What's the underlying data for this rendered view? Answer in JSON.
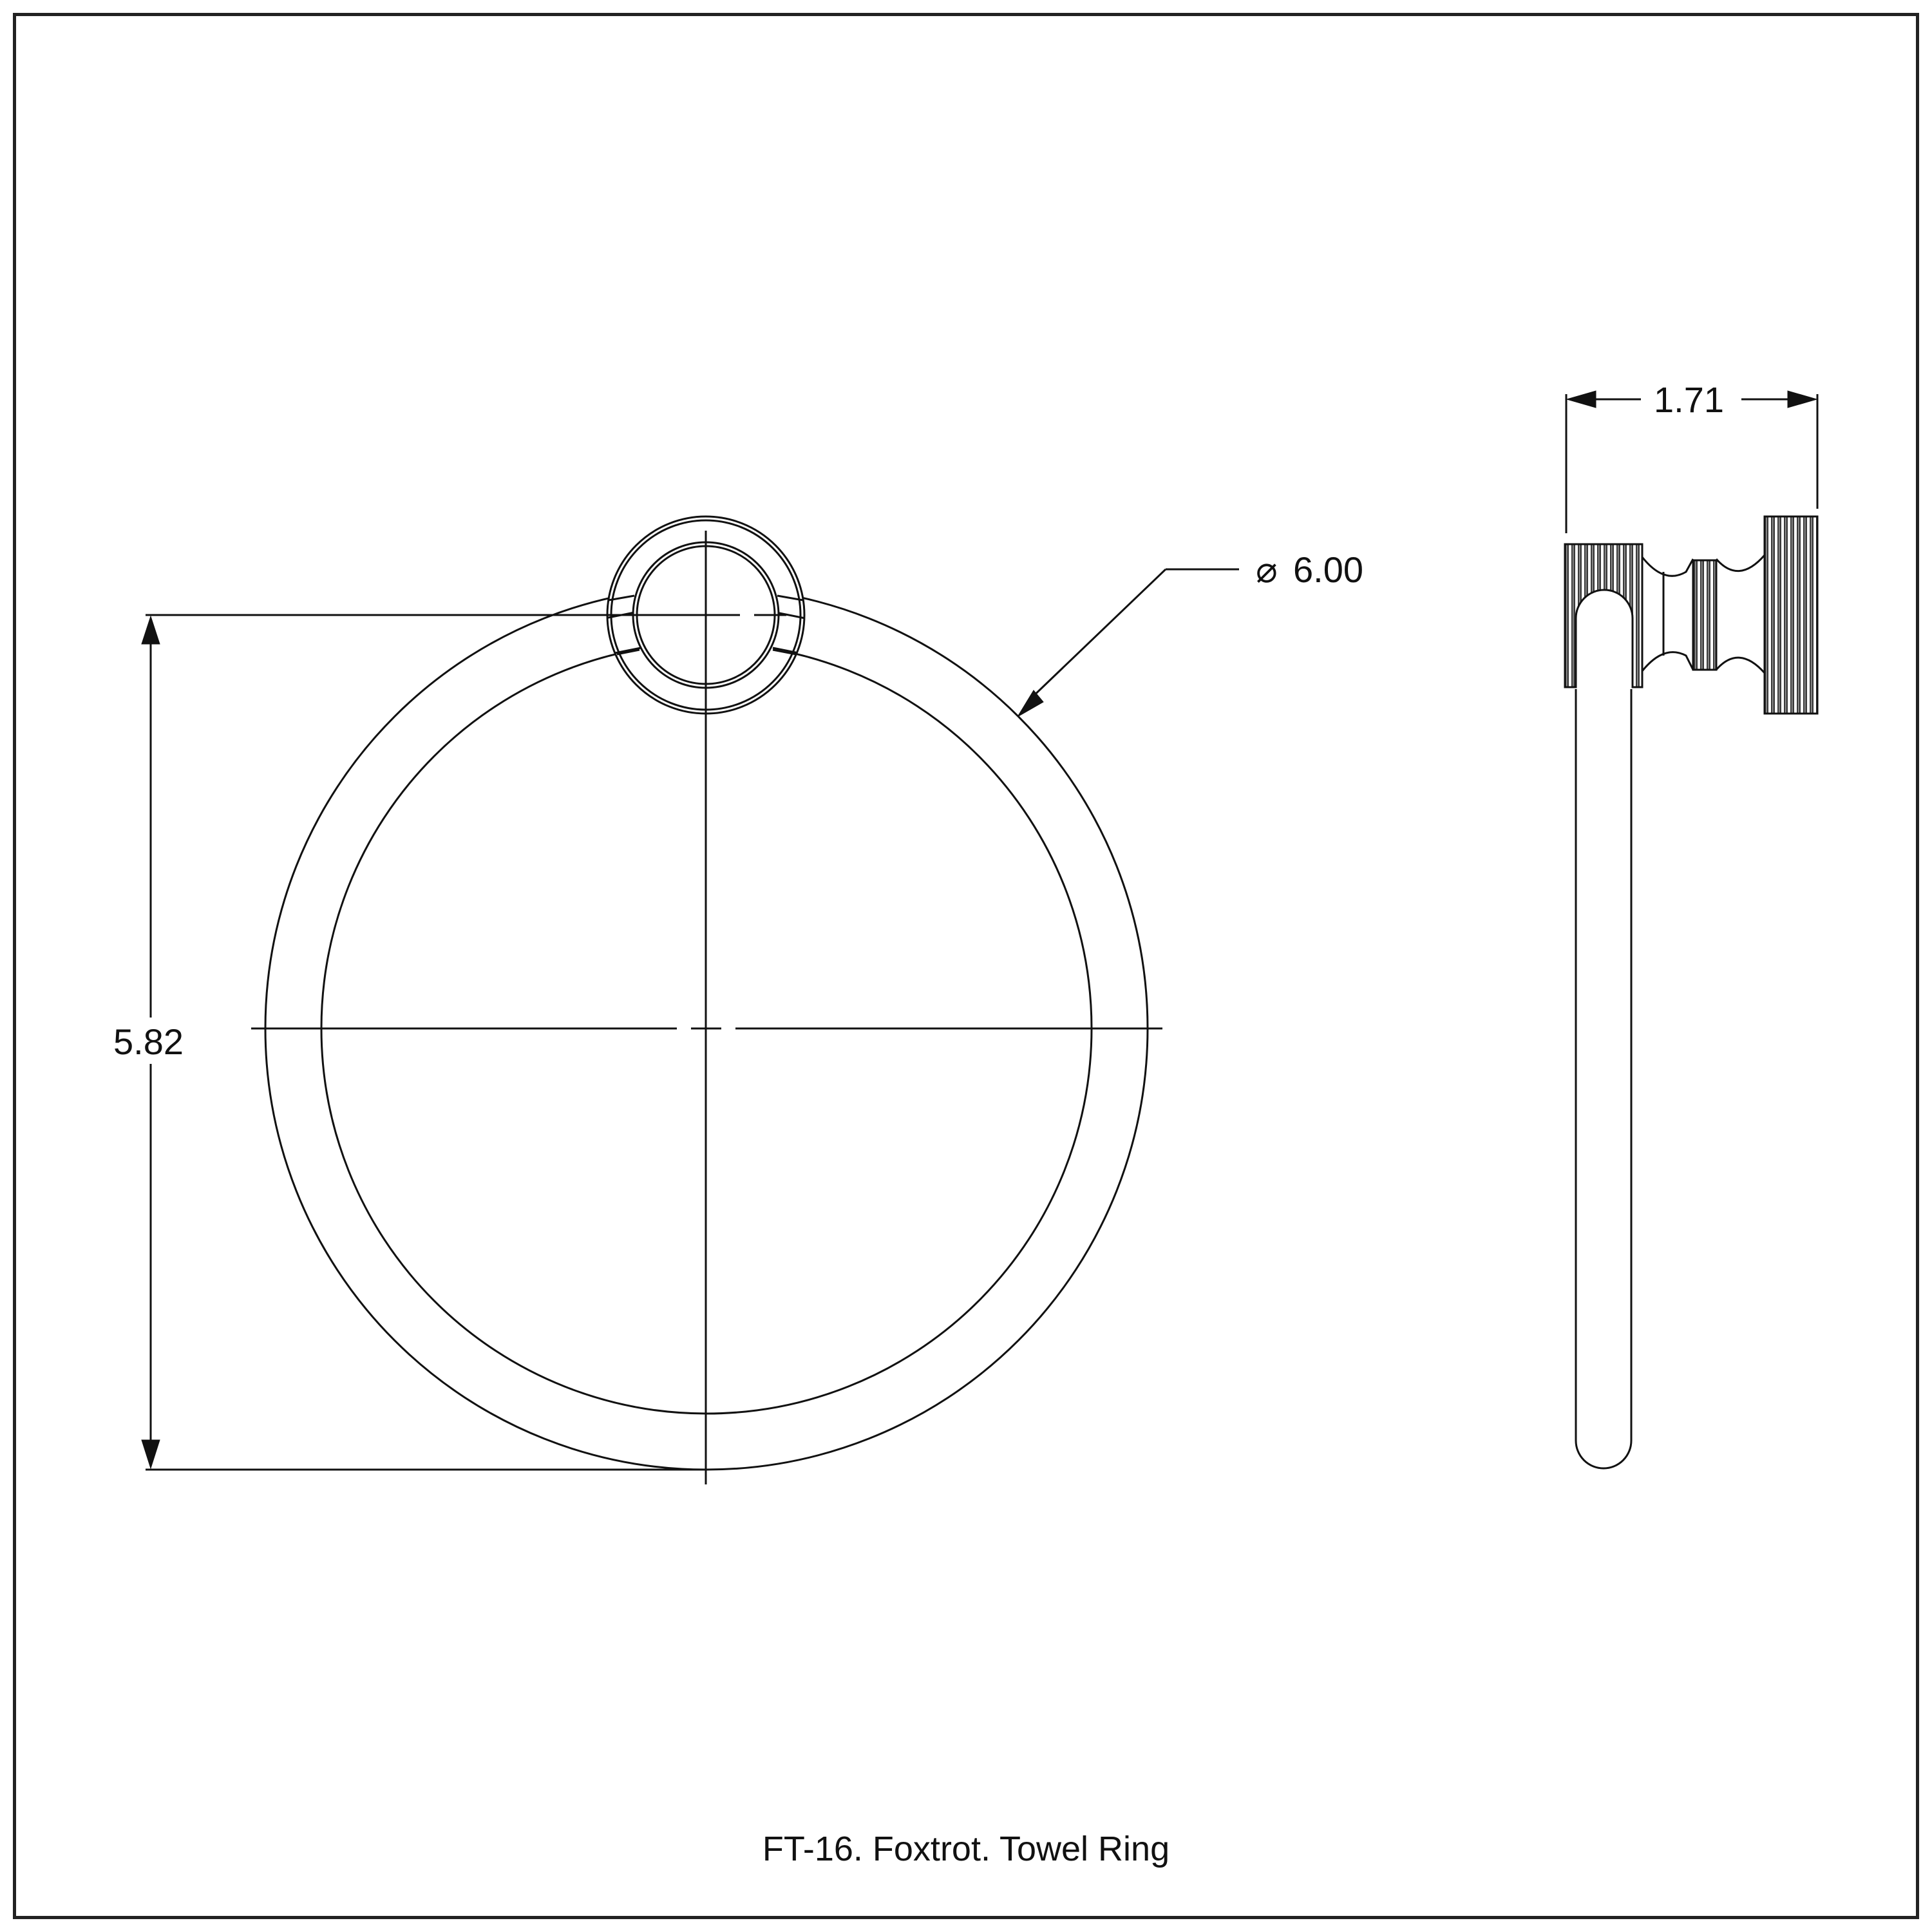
{
  "drawing": {
    "title": "FT-16. Foxtrot. Towel Ring",
    "front_view": {
      "name": "front-view",
      "dimensions": {
        "diameter_label": "6.00",
        "diameter_symbol": "⌀",
        "height_label": "5.82"
      }
    },
    "side_view": {
      "name": "side-view",
      "dimensions": {
        "depth_label": "1.71"
      }
    },
    "colors": {
      "line": "#111111",
      "background": "#ffffff",
      "knurl_fill": "#3a3a3a"
    }
  }
}
